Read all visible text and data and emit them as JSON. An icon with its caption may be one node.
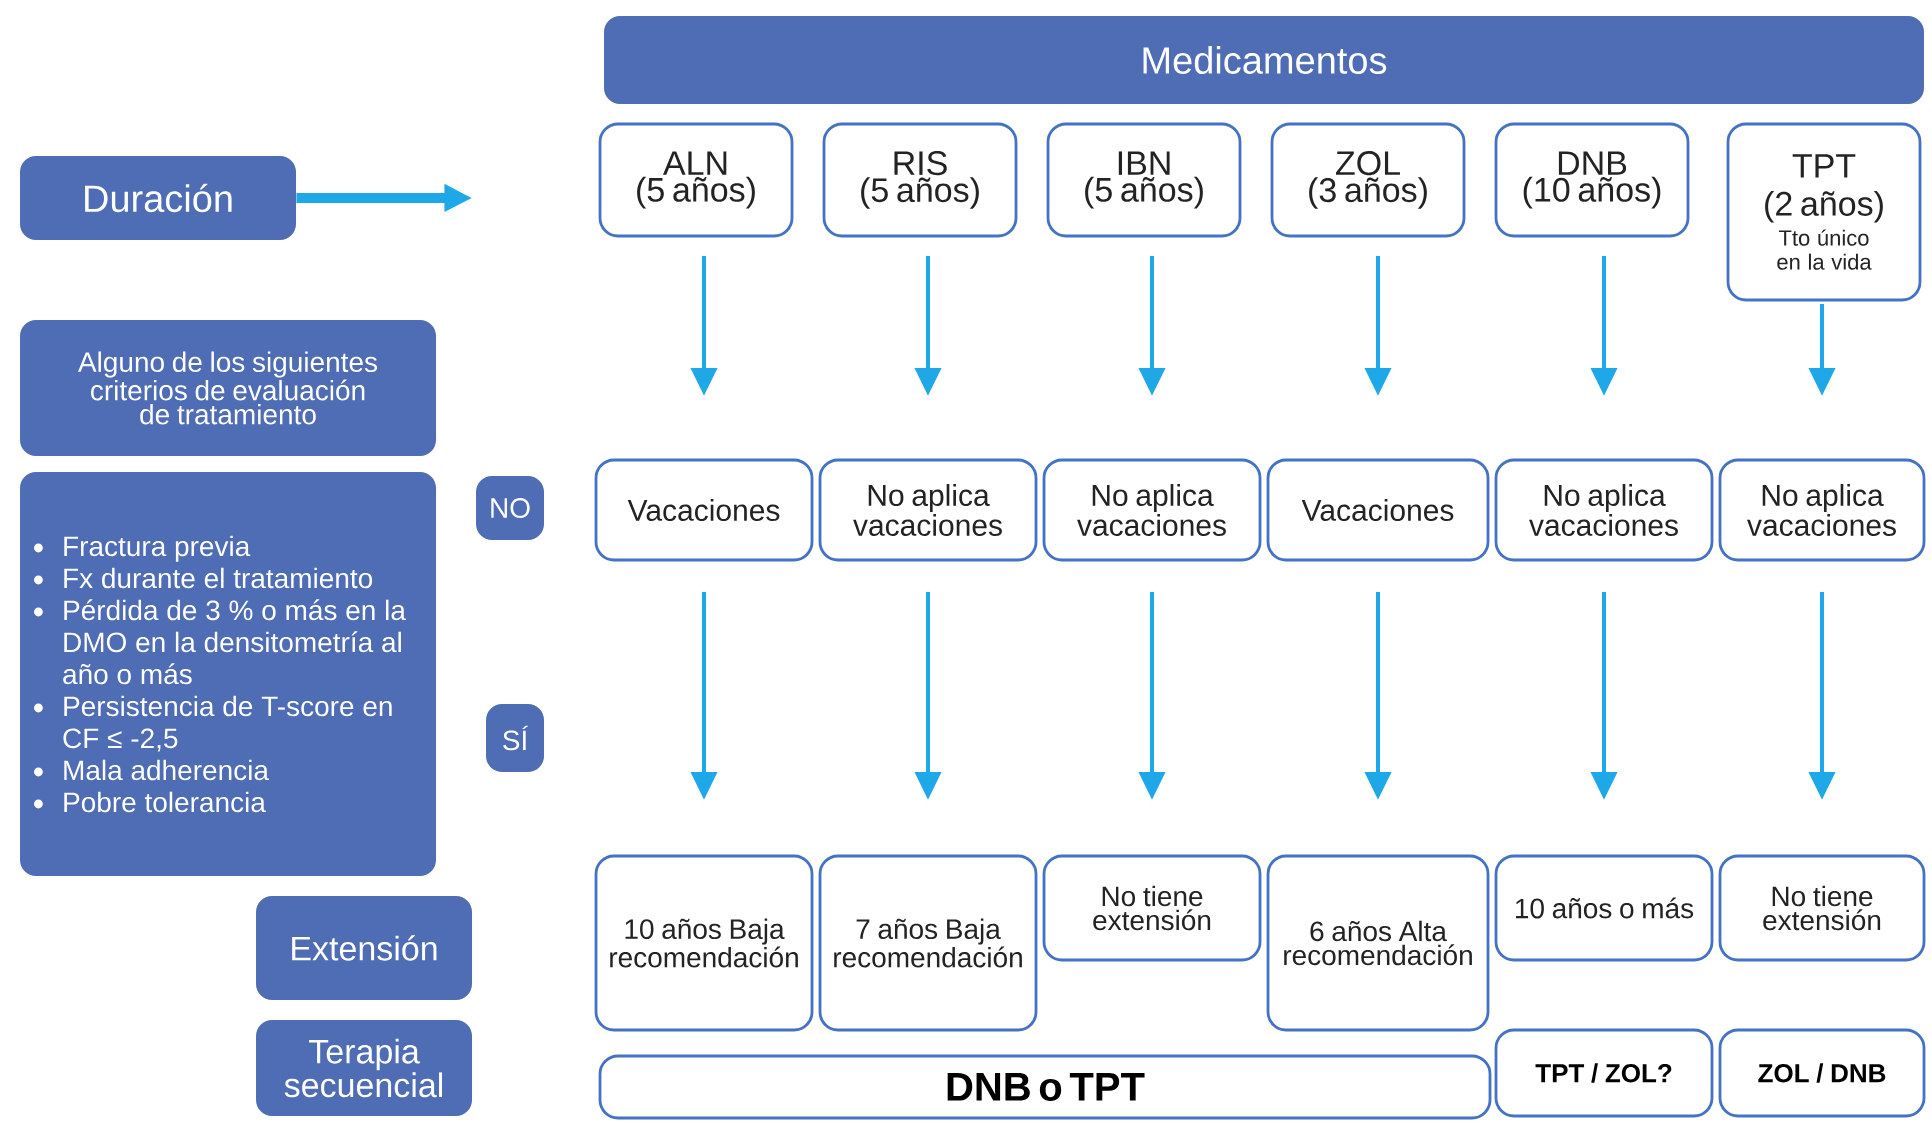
{
  "diagram": {
    "nodes": [
      {
        "text": [
          "Medicamentos"
        ]
      },
      {
        "text": [
          "Duración"
        ]
      },
      {
        "text": [
          "ALN",
          "(5 años)"
        ]
      },
      {
        "text": [
          "RIS",
          "(5 años)"
        ]
      },
      {
        "text": [
          "IBN",
          "(5 años)"
        ]
      },
      {
        "text": [
          "ZOL",
          "(3 años)"
        ]
      },
      {
        "text": [
          "DNB",
          "(10 años)"
        ]
      },
      {
        "text": [
          "TPT",
          "(2 años)",
          "Tto único en la vida"
        ]
      },
      {
        "text": [
          "Alguno de los siguientes criterios de evaluación de tratamiento"
        ]
      },
      {
        "text": [
          "Fractura previa",
          "Fx durante el tratamiento",
          "Pérdida de 3 % o más en la DMO en la densitometría al año o más",
          "Persistencia de T-score en CF ≤ -2,5",
          "Mala adherencia",
          "Pobre tolerancia"
        ]
      },
      {
        "text": [
          "NO"
        ]
      },
      {
        "text": [
          "SÍ"
        ]
      },
      {
        "text": [
          "Vacaciones"
        ]
      },
      {
        "text": [
          "No aplica vacaciones"
        ]
      },
      {
        "text": [
          "No aplica vacaciones"
        ]
      },
      {
        "text": [
          "Vacaciones"
        ]
      },
      {
        "text": [
          "No aplica vacaciones"
        ]
      },
      {
        "text": [
          "No aplica vacaciones"
        ]
      },
      {
        "text": [
          "Extensión"
        ]
      },
      {
        "text": [
          "10 años Baja recomendación"
        ]
      },
      {
        "text": [
          "7 años Baja recomendación"
        ]
      },
      {
        "text": [
          "No tiene extensión"
        ]
      },
      {
        "text": [
          "6 años Alta recomendación"
        ]
      },
      {
        "text": [
          "10 años o más"
        ]
      },
      {
        "text": [
          "No tiene extensión"
        ]
      },
      {
        "text": [
          "Terapia secuencial"
        ]
      },
      {
        "text": [
          "DNB o TPT"
        ]
      },
      {
        "text": [
          "TPT / ZOL?"
        ]
      },
      {
        "text": [
          "ZOL / DNB"
        ]
      }
    ],
    "edges": [
      {
        "from": 1,
        "to": null,
        "arrow": "to",
        "style": "thick"
      },
      {
        "from": 2,
        "to": 12,
        "arrow": "to"
      },
      {
        "from": 3,
        "to": 13,
        "arrow": "to"
      },
      {
        "from": 4,
        "to": 14,
        "arrow": "to"
      },
      {
        "from": 5,
        "to": 15,
        "arrow": "to"
      },
      {
        "from": 6,
        "to": 16,
        "arrow": "to"
      },
      {
        "from": 7,
        "to": 17,
        "arrow": "to"
      },
      {
        "from": 12,
        "to": 19,
        "arrow": "to"
      },
      {
        "from": 13,
        "to": 20,
        "arrow": "to"
      },
      {
        "from": 14,
        "to": 21,
        "arrow": "to"
      },
      {
        "from": 15,
        "to": 22,
        "arrow": "to"
      },
      {
        "from": 16,
        "to": 23,
        "arrow": "to"
      },
      {
        "from": 17,
        "to": 24,
        "arrow": "to"
      }
    ]
  }
}
